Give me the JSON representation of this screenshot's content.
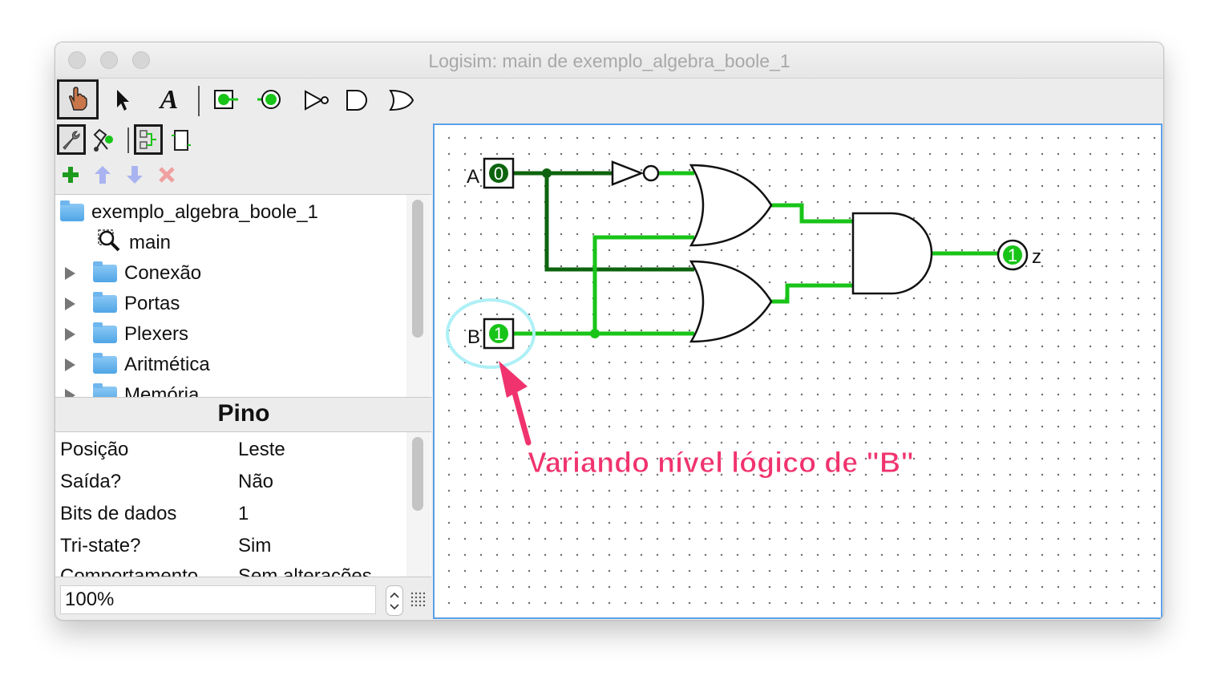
{
  "window": {
    "title": "Logisim: main de exemplo_algebra_boole_1"
  },
  "toolbar": {
    "row1": [
      {
        "name": "hand-poke-tool-icon",
        "selected": true
      },
      {
        "name": "select-arrow-tool-icon"
      },
      {
        "name": "text-tool-icon",
        "glyph": "A"
      },
      {
        "name": "input-pin-tool-icon"
      },
      {
        "name": "output-pin-tool-icon"
      },
      {
        "name": "not-gate-tool-icon"
      },
      {
        "name": "and-gate-tool-icon"
      },
      {
        "name": "or-gate-tool-icon"
      }
    ],
    "row2": [
      {
        "name": "wrench-toolbox-icon",
        "selected": true
      },
      {
        "name": "simulation-tree-icon"
      },
      {
        "name": "layout-view-icon",
        "selected": true
      },
      {
        "name": "appearance-view-icon"
      }
    ],
    "row3": [
      {
        "name": "add-circuit-icon",
        "color": "#1e9a1e"
      },
      {
        "name": "move-up-icon",
        "color": "#9aa6ee"
      },
      {
        "name": "move-down-icon",
        "color": "#9aa6ee"
      },
      {
        "name": "delete-circuit-icon",
        "color": "#f0a0a0"
      }
    ]
  },
  "explorer": {
    "project": "exemplo_algebra_boole_1",
    "circuit": "main",
    "libraries": [
      "Conexão",
      "Portas",
      "Plexers",
      "Aritmética",
      "Memória"
    ]
  },
  "attributes": {
    "title": "Pino",
    "rows": [
      {
        "label": "Posição",
        "value": "Leste"
      },
      {
        "label": "Saída?",
        "value": "Não"
      },
      {
        "label": "Bits de dados",
        "value": "1"
      },
      {
        "label": "Tri-state?",
        "value": "Sim"
      },
      {
        "label": "Comportamento",
        "value": "Sem alterações"
      }
    ]
  },
  "zoom": {
    "value": "100%"
  },
  "circuit": {
    "inputs": [
      {
        "label": "A",
        "value": "0"
      },
      {
        "label": "B",
        "value": "1"
      }
    ],
    "output": {
      "label": "z",
      "value": "1"
    },
    "colors": {
      "wire_high": "#18c418",
      "wire_low": "#0e640e",
      "pin_high": "#18c418",
      "pin_low": "#0e640e"
    }
  },
  "annotation": {
    "text": "Variando nível lógico de \"B\"",
    "color": "#f0336e",
    "highlight_color": "#aef0f6"
  }
}
